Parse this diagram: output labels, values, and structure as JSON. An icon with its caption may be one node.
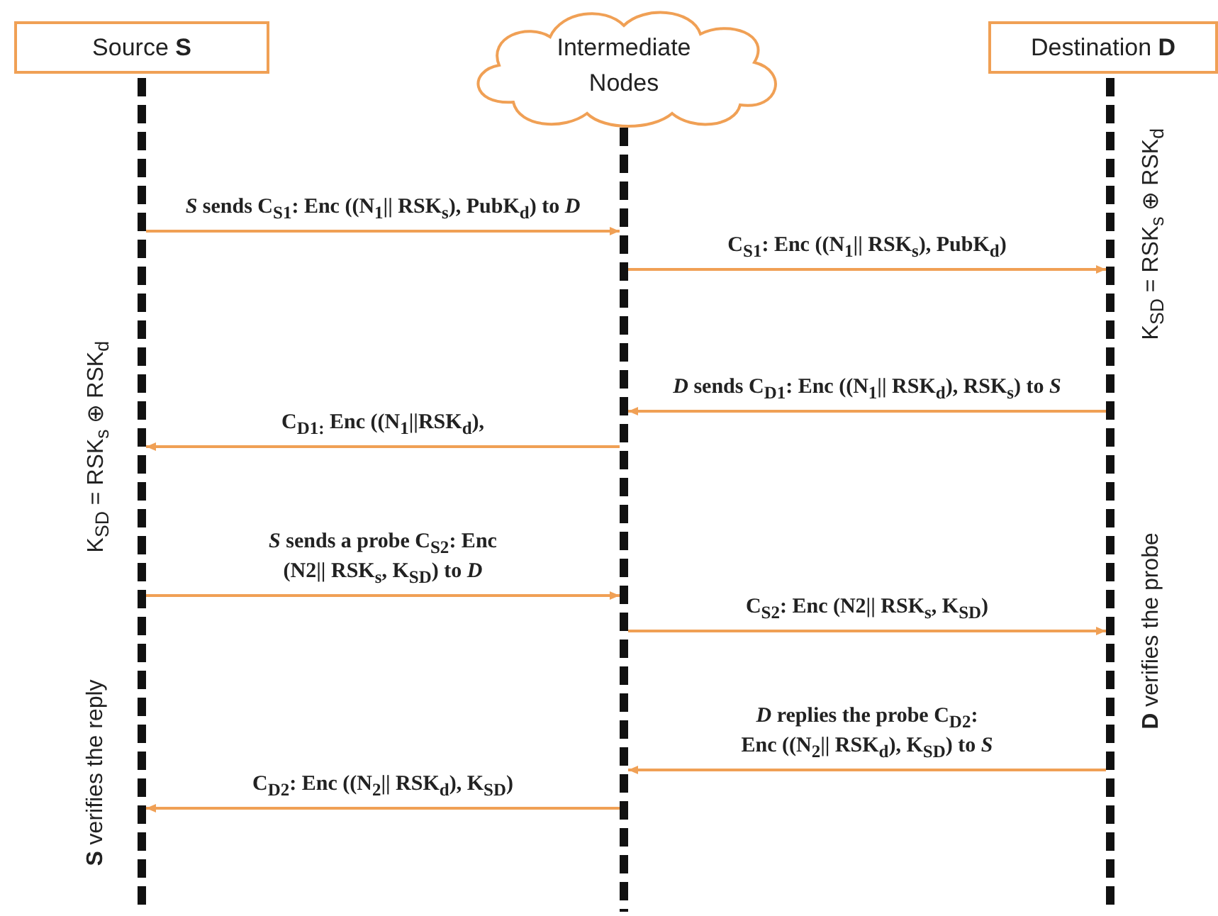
{
  "diagram": {
    "nodes": [
      {
        "text": [
          "Source **S**"
        ]
      },
      {
        "text": [
          "Intermediate Nodes"
        ]
      },
      {
        "text": [
          "Destination **D**"
        ]
      },
      {
        "text": [],
        "shape": "bar"
      },
      {
        "text": [],
        "shape": "bar"
      },
      {
        "text": [],
        "shape": "bar"
      }
    ],
    "edges": [
      {
        "from": 3,
        "to": 4,
        "arrow": "to",
        "label": "*S* sends C$_{S1}$: Enc ((N$_{1}$|| RSK$_{s}$), PubK$_{d}$) to *D*"
      },
      {
        "from": 4,
        "to": 5,
        "arrow": "to",
        "label": "C$_{S1}$: Enc ((N$_{1}$|| RSK$_{s}$), PubK$_{d}$)"
      },
      {
        "from": 5,
        "to": 4,
        "arrow": "to",
        "label": "*D* sends C$_{D1}$: Enc ((N$_{1}$|| RSK$_{d}$), RSK$_{s}$) to *S*"
      },
      {
        "from": 4,
        "to": 3,
        "arrow": "to",
        "label": "C$_{D1:}$ Enc ((N$_{1}$||RSK$_{d}$),"
      },
      {
        "from": 3,
        "to": 4,
        "arrow": "to",
        "label": "*S* sends a probe C$_{S2}$: Enc (N2|| RSK$_{s}$, K$_{SD}$) to *D*"
      },
      {
        "from": 4,
        "to": 5,
        "arrow": "to",
        "label": "C$_{S2}$: Enc (N2|| RSK$_{s}$, K$_{SD}$)"
      },
      {
        "from": 5,
        "to": 4,
        "arrow": "to",
        "label": "*D* replies the probe C$_{D2}$: Enc ((N$_{2}$|| RSK$_{d}$), K$_{SD}$) to *S*"
      },
      {
        "from": 4,
        "to": 3,
        "arrow": "to",
        "label": "C$_{D2}$: Enc ((N$_{2}$|| RSK$_{d}$), K$_{SD}$)"
      }
    ],
    "labels": [
      "K$_{SD}$ = RSK$_{s}$ ⊕ RSK$_{d}$",
      "K$_{SD}$ = RSK$_{s}$ ⊕ RSK$_{d}$",
      "**D** verifies the probe",
      "**S** verifies the reply"
    ]
  }
}
